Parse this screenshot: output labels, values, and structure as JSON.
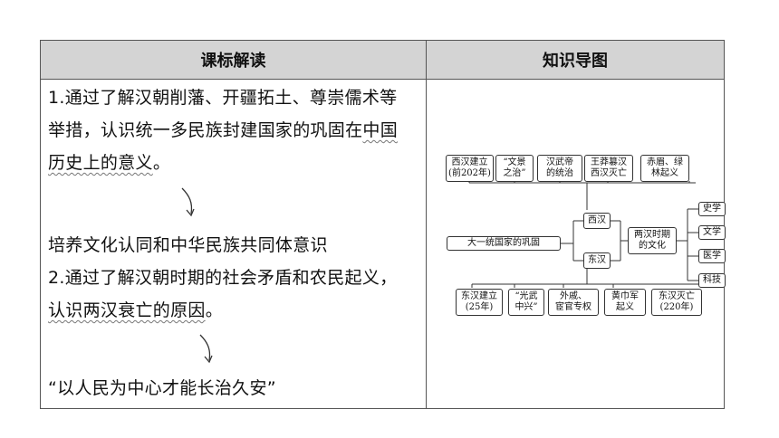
{
  "headers": {
    "left": "课标解读",
    "right": "知识导图"
  },
  "left": {
    "p1_num": "1",
    "p1_l1": ".通过了解汉朝削藩、开疆拓土、尊崇儒术等",
    "p1_l2_a": "举措，认识统一多民族封建国家的巩固在",
    "p1_l2_b": "中国",
    "p1_l3_a": "历史上的意义",
    "p1_l3_b": "。",
    "goal1": "培养文化认同和中华民族共同体意识",
    "p2_num": "2",
    "p2_l1": ".通过了解汉朝时期的社会矛盾和农民起义，",
    "p2_l2_a": "认识两汉衰亡的原因",
    "p2_l2_b": "。",
    "goal2": "“以人民为中心才能长治久安”"
  },
  "diagram": {
    "top": [
      {
        "l1": "西汉建立",
        "l2": "(前202年)"
      },
      {
        "l1": "“文景",
        "l2": "之治”"
      },
      {
        "l1": "汉武帝",
        "l2": "的统治"
      },
      {
        "l1": "王莽篡汉",
        "l2": "西汉灭亡"
      },
      {
        "l1": "赤眉、绿",
        "l2": "林起义"
      }
    ],
    "left_box": "大一统国家的巩固",
    "xihan": "西汉",
    "donghan": "东汉",
    "culture": {
      "l1": "两汉时期",
      "l2": "的文化"
    },
    "right": [
      "史学",
      "文学",
      "医学",
      "科技"
    ],
    "bottom": [
      {
        "l1": "东汉建立",
        "l2": "(25年)"
      },
      {
        "l1": "“光武",
        "l2": "中兴”"
      },
      {
        "l1": "外戚、",
        "l2": "宦官专权"
      },
      {
        "l1": "黄巾军",
        "l2": "起义"
      },
      {
        "l1": "东汉灭亡",
        "l2": "(220年)"
      }
    ]
  }
}
